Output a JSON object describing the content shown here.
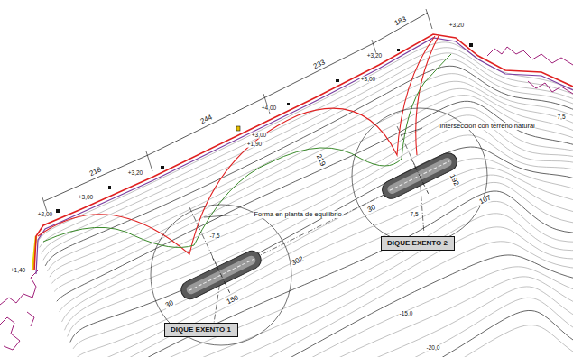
{
  "diagram": {
    "nodes": [
      {
        "text": [
          "DIQUE EXENTO 2"
        ]
      },
      {
        "text": [
          "DIQUE EXENTO 1"
        ]
      }
    ],
    "labels": [
      "218",
      "244",
      "233",
      "183",
      "+1,40",
      "+2,00",
      "+3,00",
      "+3,20",
      "+4,00",
      "+3,00",
      "+1,90",
      "+3,20",
      "+3,00",
      "+3,20",
      "Forma en planta de equilibrio",
      "Intersección con terreno natural",
      "219",
      "192",
      "107",
      "302",
      "150",
      "30",
      "30",
      "-7,5",
      "-7,5",
      "-15,0",
      "-20,0",
      "7,5"
    ]
  }
}
